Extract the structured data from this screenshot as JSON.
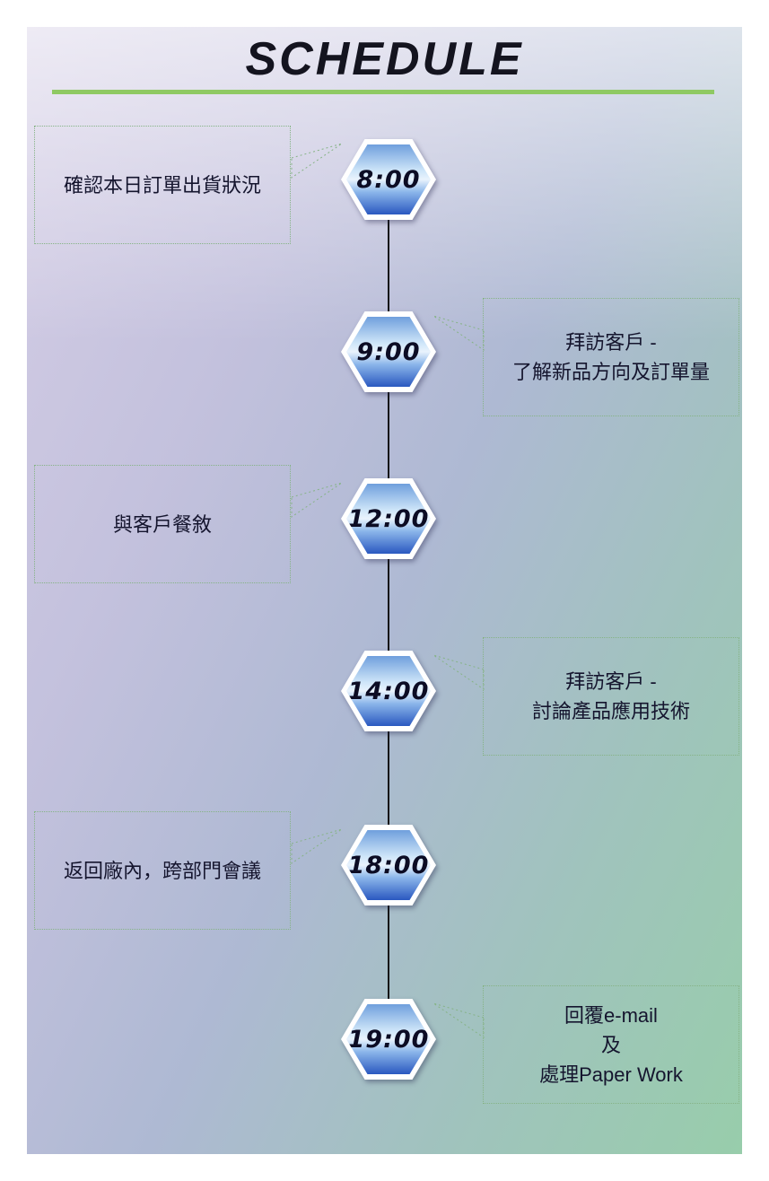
{
  "title": "SCHEDULE",
  "colors": {
    "underline": "#8fc963",
    "callout_border": "#86b386",
    "connector": "#161616",
    "hex_blue_top": "#6f9fdd",
    "hex_blue_light": "#e9f3fd",
    "hex_blue_bottom": "#2a58c0",
    "text": "#15152e"
  },
  "timeline": [
    {
      "time": "8:00",
      "side": "left",
      "lines": [
        "確認本日訂單出貨狀況"
      ]
    },
    {
      "time": "9:00",
      "side": "right",
      "lines": [
        "拜訪客戶 -",
        "了解新品方向及訂單量"
      ]
    },
    {
      "time": "12:00",
      "side": "left",
      "lines": [
        "與客戶餐敘"
      ]
    },
    {
      "time": "14:00",
      "side": "right",
      "lines": [
        "拜訪客戶 -",
        "討論產品應用技術"
      ]
    },
    {
      "time": "18:00",
      "side": "left",
      "lines": [
        "返回廠內，跨部門會議"
      ]
    },
    {
      "time": "19:00",
      "side": "right",
      "lines": [
        "回覆e-mail",
        "及",
        "處理Paper Work"
      ]
    }
  ]
}
